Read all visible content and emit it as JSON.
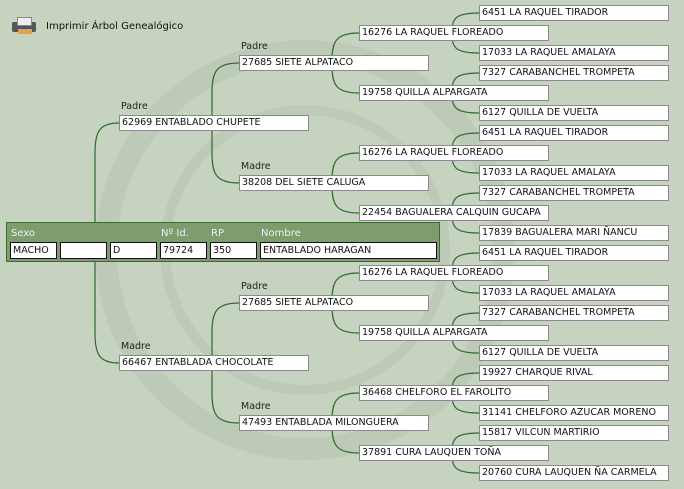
{
  "toolbar": {
    "print_label": "Imprimir Árbol Genealógico",
    "icon": "printer-icon"
  },
  "labels": {
    "father": "Padre",
    "mother": "Madre"
  },
  "subject": {
    "sexo_label": "Sexo",
    "id_label": "Nº Id.",
    "rp_label": "RP",
    "nombre_label": "Nombre",
    "sexo": "MACHO",
    "field2": "",
    "field3": "D",
    "id": "79724",
    "rp": "350",
    "nombre": "ENTABLADO HARAGAN"
  },
  "gen1": [
    "62969 ENTABLADO CHUPETE",
    "66467 ENTABLADA CHOCOLATE"
  ],
  "gen2": [
    "27685 SIETE ALPATACO",
    "38208 DEL SIETE CALUGA",
    "27685 SIETE ALPATACO",
    "47493 ENTABLADA MILONGUERA"
  ],
  "gen3": [
    "16276 LA RAQUEL FLOREADO",
    "19758 QUILLA ALPARGATA",
    "16276 LA RAQUEL FLOREADO",
    "22454 BAGUALERA CALQUIN GUCAPA",
    "16276 LA RAQUEL FLOREADO",
    "19758 QUILLA ALPARGATA",
    "36468 CHELFORO EL FAROLITO",
    "37891 CURA LAUQUEN TOÑA"
  ],
  "gen4": [
    "6451 LA RAQUEL TIRADOR",
    "17033 LA RAQUEL AMALAYA",
    "7327 CARABANCHEL TROMPETA",
    "6127 QUILLA DE VUELTA",
    "6451 LA RAQUEL TIRADOR",
    "17033 LA RAQUEL AMALAYA",
    "7327 CARABANCHEL TROMPETA",
    "17839 BAGUALERA MARI ÑANCU",
    "6451 LA RAQUEL TIRADOR",
    "17033 LA RAQUEL AMALAYA",
    "7327 CARABANCHEL TROMPETA",
    "6127 QUILLA DE VUELTA",
    "19927 CHARQUE RIVAL",
    "31141 CHELFORO AZUCAR MORENO",
    "15817 VILCUN MARTIRIO",
    "20760 CURA LAUQUEN ÑA CARMELA"
  ],
  "colors": {
    "background": "#c6d3c0",
    "line": "#2f6b2f",
    "panel": "#7d9e6c"
  }
}
